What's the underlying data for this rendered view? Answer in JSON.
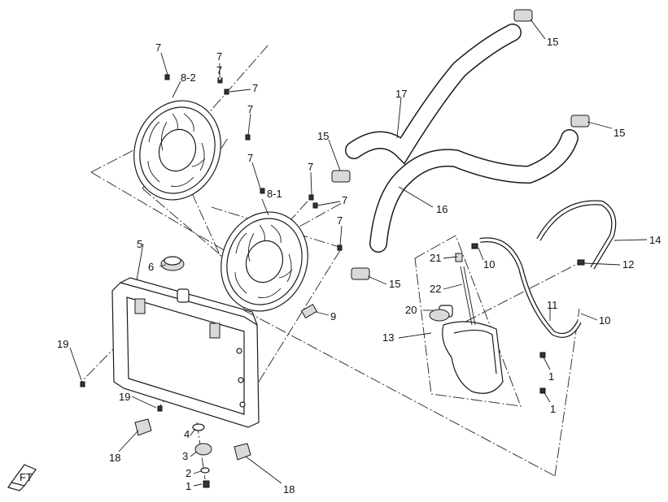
{
  "callouts": {
    "c7a": "7",
    "c82": "8-2",
    "c7b": "7",
    "c7c": "7",
    "c7d": "7",
    "c7e": "7",
    "c81": "8-1",
    "c7f": "7",
    "c7g": "7",
    "c7h": "7",
    "c15a": "15",
    "c15b": "15",
    "c15c": "15",
    "c15d": "15",
    "c17": "17",
    "c16": "16",
    "c14": "14",
    "c12": "12",
    "c21": "21",
    "c10a": "10",
    "c22": "22",
    "c20": "20",
    "c11": "11",
    "c10b": "10",
    "c13": "13",
    "c1a": "1",
    "c1b": "1",
    "c5": "5",
    "c6": "6",
    "c9": "9",
    "c19a": "19",
    "c19b": "19",
    "c4": "4",
    "c3": "3",
    "c2": "2",
    "c1c": "1",
    "c18a": "18",
    "c18b": "18"
  },
  "corner_icon": "FT"
}
